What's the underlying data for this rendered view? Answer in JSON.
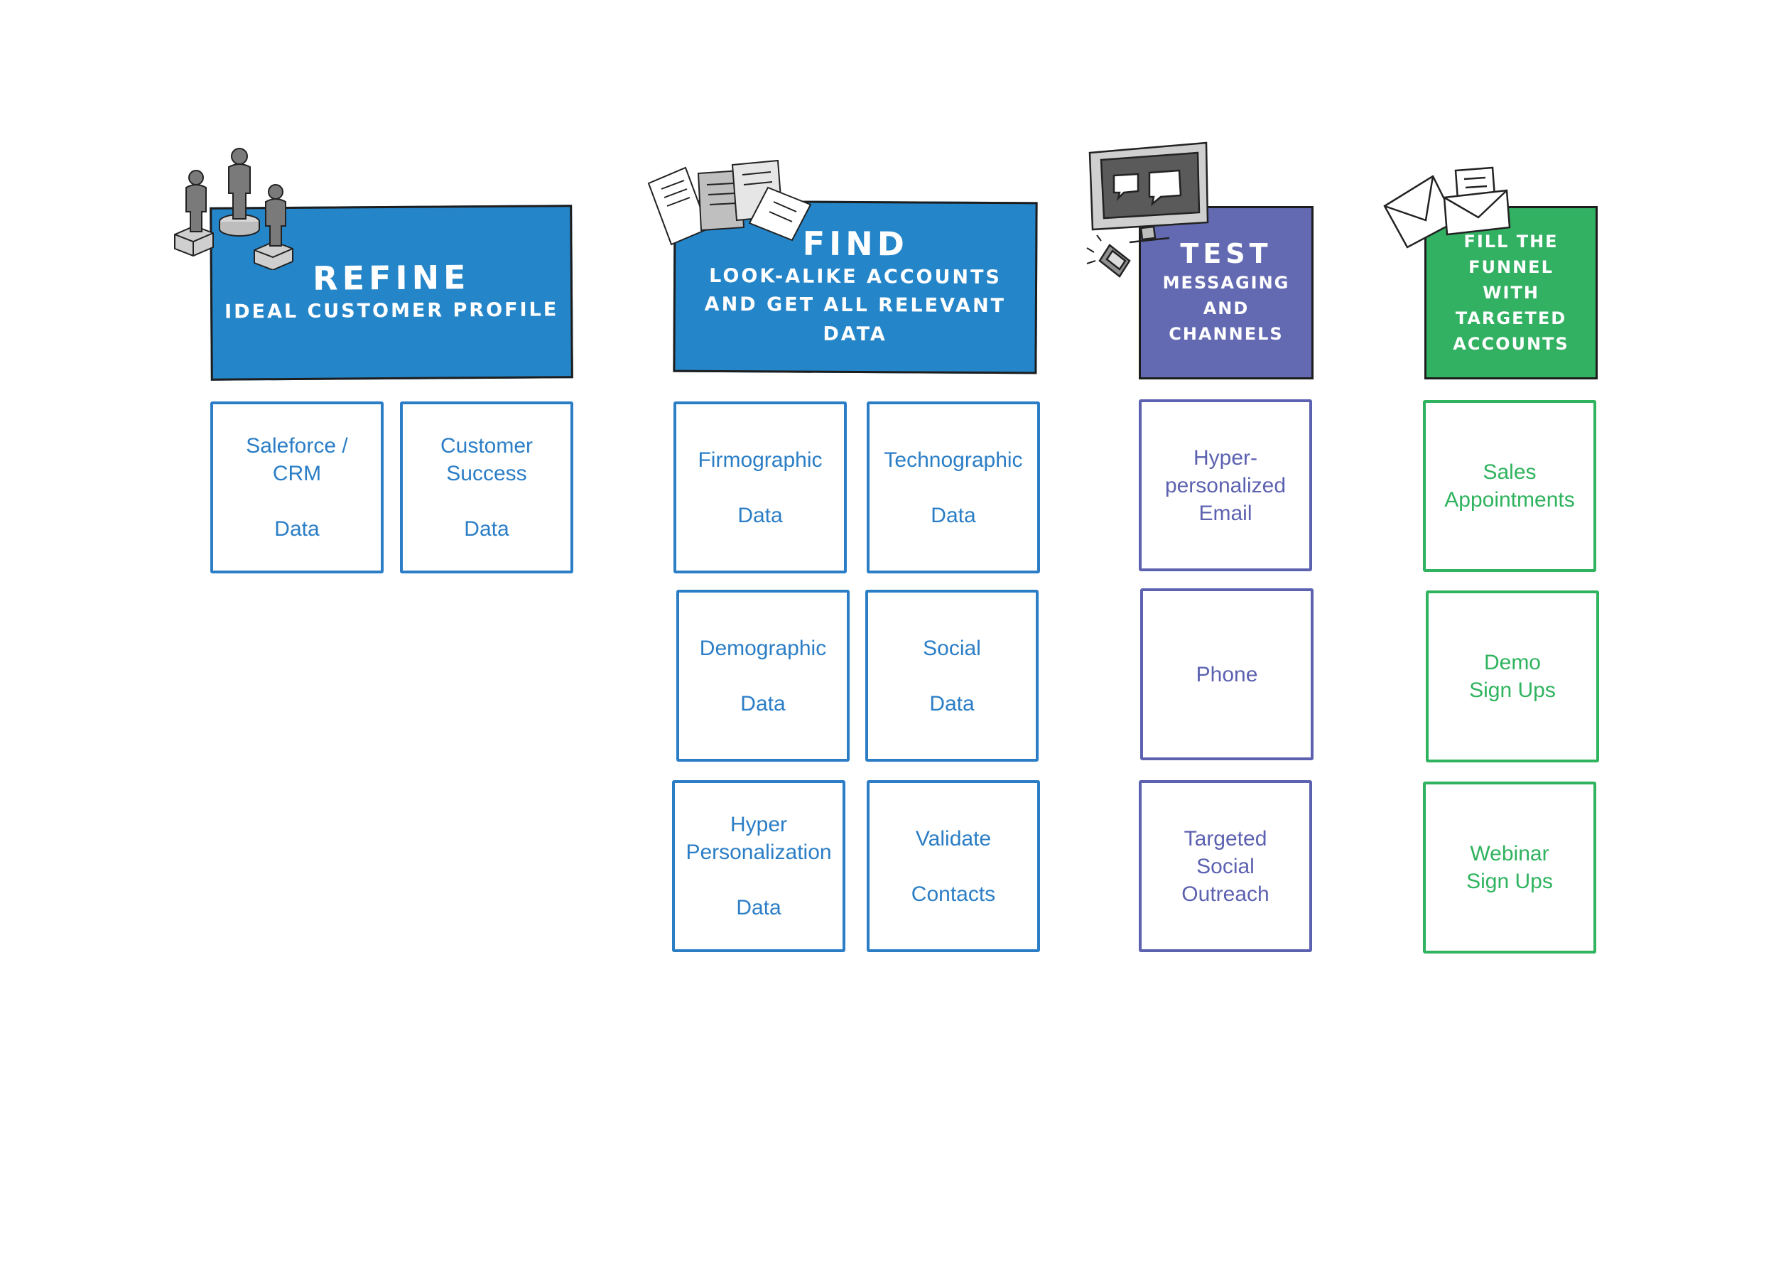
{
  "colors": {
    "refine": "#2585c9",
    "find": "#2585c9",
    "test": "#636ab2",
    "funnel": "#33b163"
  },
  "columns": [
    {
      "key": "refine",
      "icon": "people-figures-icon",
      "title": "REFINE",
      "subtitle": [
        "IDEAL CUSTOMER PROFILE"
      ],
      "boxes": [
        {
          "lines": [
            "Saleforce /",
            "CRM"
          ],
          "footer": "Data"
        },
        {
          "lines": [
            "Customer",
            "Success"
          ],
          "footer": "Data"
        }
      ]
    },
    {
      "key": "find",
      "icon": "documents-icon",
      "title": "FIND",
      "subtitle": [
        "LOOK-ALIKE ACCOUNTS",
        "AND GET ALL RELEVANT DATA"
      ],
      "boxes": [
        {
          "lines": [
            "Firmographic"
          ],
          "footer": "Data"
        },
        {
          "lines": [
            "Technographic"
          ],
          "footer": "Data"
        },
        {
          "lines": [
            "Demographic"
          ],
          "footer": "Data"
        },
        {
          "lines": [
            "Social"
          ],
          "footer": "Data"
        },
        {
          "lines": [
            "Hyper",
            "Personalization"
          ],
          "footer": "Data"
        },
        {
          "lines": [
            "Validate"
          ],
          "footer": "Contacts"
        }
      ]
    },
    {
      "key": "test",
      "icon": "monitor-phone-icon",
      "title": "TEST",
      "subtitle": [
        "MESSAGING AND",
        "CHANNELS"
      ],
      "boxes": [
        {
          "lines": [
            "Hyper-",
            "personalized",
            "Email"
          ]
        },
        {
          "lines": [
            "Phone"
          ]
        },
        {
          "lines": [
            "Targeted",
            "Social",
            "Outreach"
          ]
        }
      ]
    },
    {
      "key": "funnel",
      "icon": "envelope-icon",
      "title": "",
      "subtitle": [
        "FILL THE FUNNEL",
        "WITH TARGETED",
        "ACCOUNTS"
      ],
      "boxes": [
        {
          "lines": [
            "Sales",
            "Appointments"
          ]
        },
        {
          "lines": [
            "Demo",
            "Sign Ups"
          ]
        },
        {
          "lines": [
            "Webinar",
            "Sign Ups"
          ]
        }
      ]
    }
  ]
}
